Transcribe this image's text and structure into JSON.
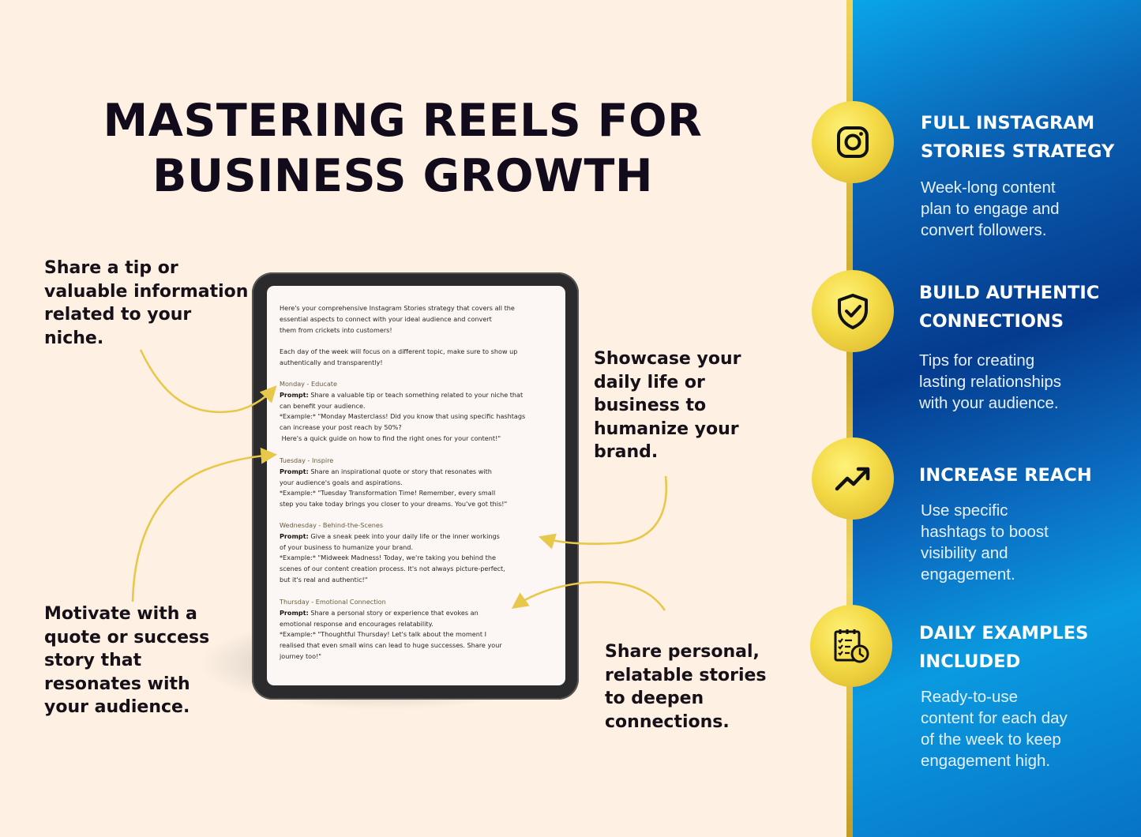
{
  "title_lines": [
    "MASTERING REELS FOR",
    "BUSINESS GROWTH"
  ],
  "callouts": {
    "tip": [
      "Share a tip or",
      "valuable information",
      "related to your",
      "niche."
    ],
    "motivate": [
      "Motivate with a",
      "quote or success",
      "story that",
      "resonates with",
      "your audience."
    ],
    "showcase": [
      "Showcase your",
      "daily life or",
      "business to",
      "humanize your",
      "brand."
    ],
    "personal": [
      "Share personal,",
      "relatable stories",
      "to deepen",
      "connections."
    ]
  },
  "screen": {
    "intro": [
      "Here's your comprehensive Instagram Stories strategy that covers all the",
      "essential aspects to connect with your ideal audience and convert",
      "them from crickets into customers!"
    ],
    "focus": [
      "Each day of the week will focus on a different topic, make sure to show up",
      "authentically and transparently!"
    ],
    "days": [
      {
        "heading": "Monday - Educate",
        "prompt_label": "Prompt:",
        "prompt_lines": [
          "Share a valuable tip or teach something related to your niche that",
          "can benefit your audience."
        ],
        "example_lines": [
          "*Example:* \"Monday Masterclass! Did you know that using specific hashtags",
          "can increase your post reach by 50%?",
          " Here's a quick guide on how to find the right ones for your content!\""
        ]
      },
      {
        "heading": "Tuesday - Inspire",
        "prompt_label": "Prompt:",
        "prompt_lines": [
          "Share an inspirational quote or story that resonates with",
          "your audience's goals and aspirations."
        ],
        "example_lines": [
          "*Example:* \"Tuesday Transformation Time! Remember, every small",
          "step you take today brings you closer to your dreams. You've got this!\""
        ]
      },
      {
        "heading": "Wednesday - Behind-the-Scenes",
        "prompt_label": "Prompt:",
        "prompt_lines": [
          "Give a sneak peek into your daily life or the inner workings",
          "of your business to humanize your brand."
        ],
        "example_lines": [
          "*Example:* \"Midweek Madness! Today, we're taking you behind the",
          "scenes of our content creation process. It's not always picture-perfect,",
          "but it's real and authentic!\""
        ]
      },
      {
        "heading": "Thursday - Emotional Connection",
        "prompt_label": "Prompt:",
        "prompt_lines": [
          "Share a personal story or experience that evokes an",
          "emotional response and encourages relatability."
        ],
        "example_lines": [
          "*Example:* \"Thoughtful Thursday! Let's talk about the moment I",
          "realised that even small wins can lead to huge successes. Share your",
          "journey too!\""
        ]
      }
    ]
  },
  "features": [
    {
      "icon": "instagram-icon",
      "heading": [
        "FULL INSTAGRAM",
        "STORIES STRATEGY"
      ],
      "body": [
        "Week-long content",
        "plan to engage and",
        "convert followers."
      ]
    },
    {
      "icon": "shield-check-icon",
      "heading": [
        "BUILD AUTHENTIC",
        "CONNECTIONS"
      ],
      "body": [
        "Tips for creating",
        "lasting relationships",
        "with your audience."
      ]
    },
    {
      "icon": "trend-up-icon",
      "heading": [
        "INCREASE REACH"
      ],
      "body": [
        "Use specific",
        "hashtags to boost",
        "visibility and",
        "engagement."
      ]
    },
    {
      "icon": "calendar-clock-icon",
      "heading": [
        "DAILY EXAMPLES",
        "INCLUDED"
      ],
      "body": [
        "Ready-to-use",
        "content for each day",
        "of the week to keep",
        "engagement high."
      ]
    }
  ],
  "colors": {
    "background": "#fef1e4",
    "title": "#120b1c",
    "gold": "#f3d945",
    "blue": "#0a62b4",
    "arrow": "#e8c84a"
  }
}
